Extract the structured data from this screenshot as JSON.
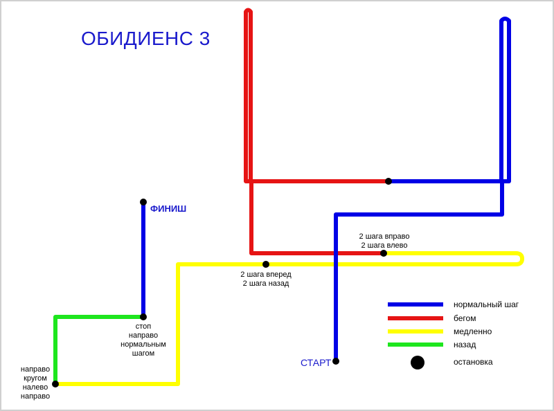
{
  "title": "ОБИДИЕНС 3",
  "labels": {
    "finish": "ФИНИШ",
    "start": "СТАРТ",
    "right_left": "2 шага вправо\n2 шага влево",
    "forward_back": "2 шага вперед\n2 шага назад",
    "stop_turn": "стоп\nнаправо\nнормальным\nшагом",
    "turns": "направо\nкругом\nналево\nнаправо"
  },
  "legend": [
    {
      "label": "нормальный шаг",
      "color": "#0000e6"
    },
    {
      "label": "бегом",
      "color": "#e61414"
    },
    {
      "label": "медленно",
      "color": "#ffff00"
    },
    {
      "label": "назад",
      "color": "#1ee61e"
    },
    {
      "label": "остановка",
      "color": "#000000"
    }
  ],
  "colors": {
    "normal": "#0000e6",
    "run": "#e61414",
    "slow": "#ffff00",
    "back": "#1ee61e",
    "stop": "#000000",
    "title": "#1a1acc"
  }
}
